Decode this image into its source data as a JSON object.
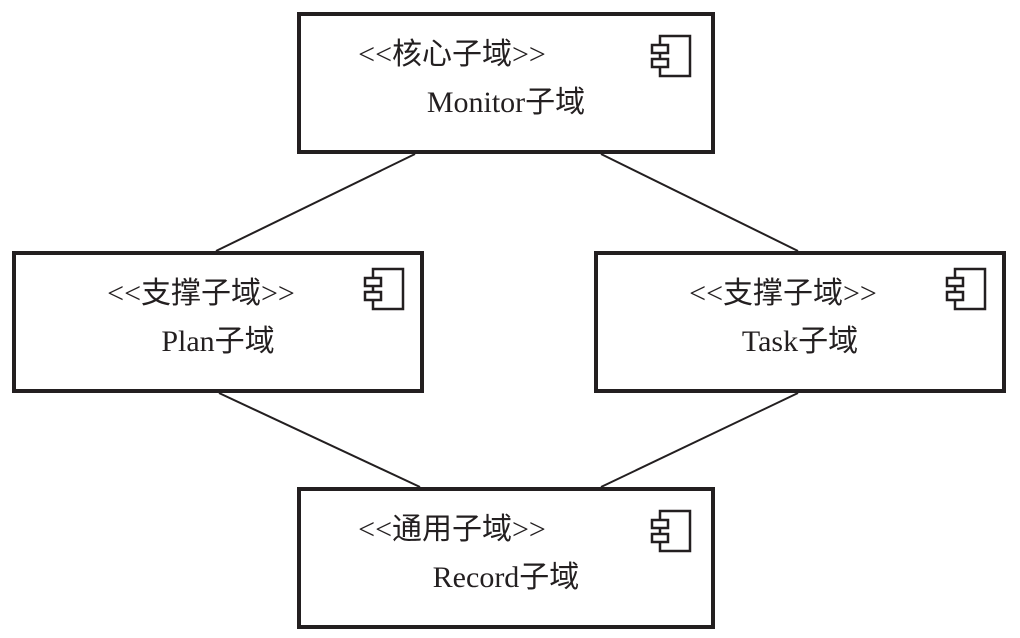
{
  "diagram": {
    "line_color": "#231f20",
    "nodes": [
      {
        "id": "monitor",
        "stereotype": "<<核心子域>>",
        "name": "Monitor子域",
        "icon": "component-icon"
      },
      {
        "id": "plan",
        "stereotype": "<<支撑子域>>",
        "name": "Plan子域",
        "icon": "component-icon"
      },
      {
        "id": "task",
        "stereotype": "<<支撑子域>>",
        "name": "Task子域",
        "icon": "component-icon"
      },
      {
        "id": "record",
        "stereotype": "<<通用子域>>",
        "name": "Record子域",
        "icon": "component-icon"
      }
    ],
    "edges": [
      {
        "from": "monitor",
        "to": "plan"
      },
      {
        "from": "monitor",
        "to": "task"
      },
      {
        "from": "plan",
        "to": "record"
      },
      {
        "from": "task",
        "to": "record"
      }
    ]
  }
}
